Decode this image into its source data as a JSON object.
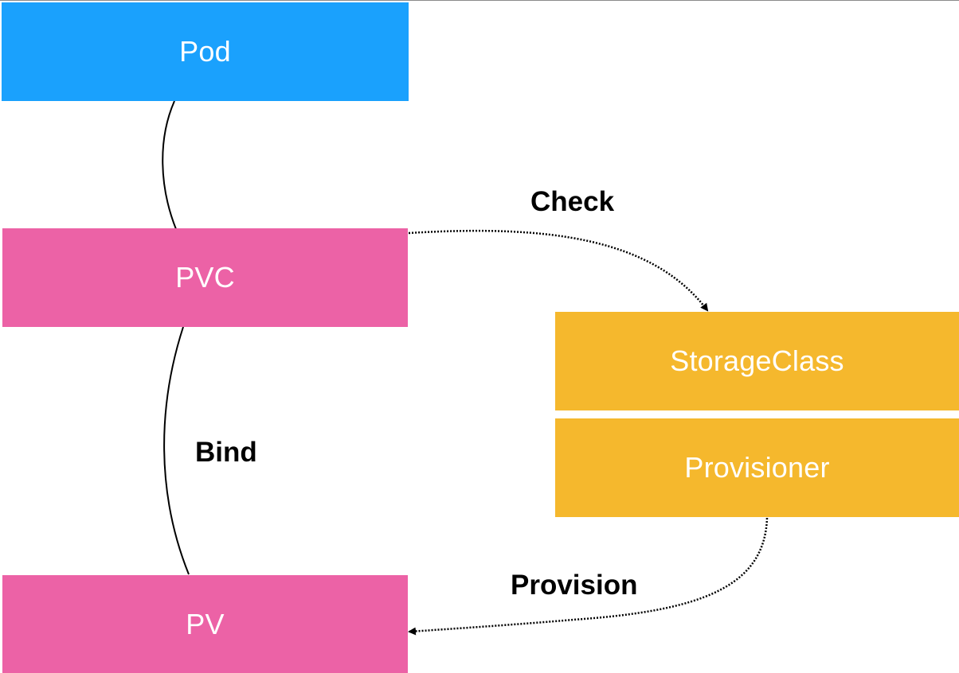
{
  "nodes": {
    "pod": "Pod",
    "pvc": "PVC",
    "pv": "PV",
    "storage_class": "StorageClass",
    "provisioner": "Provisioner"
  },
  "edges": {
    "check": "Check",
    "bind": "Bind",
    "provision": "Provision"
  },
  "colors": {
    "pod": "#1aa1fd",
    "pvc": "#ec62a6",
    "pv": "#ec62a6",
    "storage_class": "#f5b82d",
    "provisioner": "#f5b82d",
    "text": "#ffffff",
    "label": "#000000"
  }
}
